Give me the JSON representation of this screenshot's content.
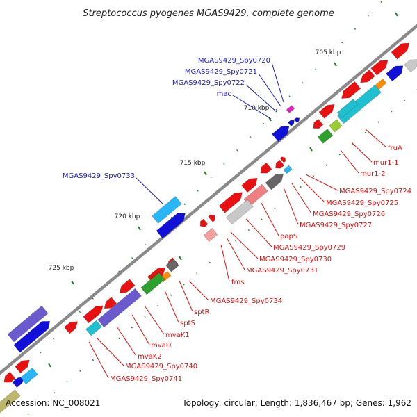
{
  "title": "Streptococcus pyogenes MGAS9429, complete genome",
  "footer": {
    "accession": "Accession: NC_008021",
    "summary": "Topology: circular; Length: 1,836,467 bp; Genes: 1,962"
  },
  "colors": {
    "backbone": "#8a8a8a",
    "tick": "#2a7a2a",
    "label_upper": "#1a1ad0",
    "label_lower": "#e01010"
  },
  "ticks": [
    "705 kbp",
    "710 kbp",
    "715 kbp",
    "720 kbp",
    "725 kbp"
  ],
  "labels_upper": [
    "MGAS9429_Spy0720",
    "MGAS9429_Spy0721",
    "MGAS9429_Spy0722",
    "mac",
    "MGAS9429_Spy0733"
  ],
  "labels_lower": [
    "fruA",
    "mur1-1",
    "mur1-2",
    "MGAS9429_Spy0724",
    "MGAS9429_Spy0725",
    "MGAS9429_Spy0726",
    "MGAS9429_Spy0727",
    "papS",
    "MGAS9429_Spy0729",
    "MGAS9429_Spy0730",
    "MGAS9429_Spy0731",
    "fms",
    "MGAS9429_Spy0734",
    "sptR",
    "sptS",
    "mvaK1",
    "mvaD",
    "mvaK2",
    "MGAS9429_Spy0740",
    "MGAS9429_Spy0741"
  ]
}
